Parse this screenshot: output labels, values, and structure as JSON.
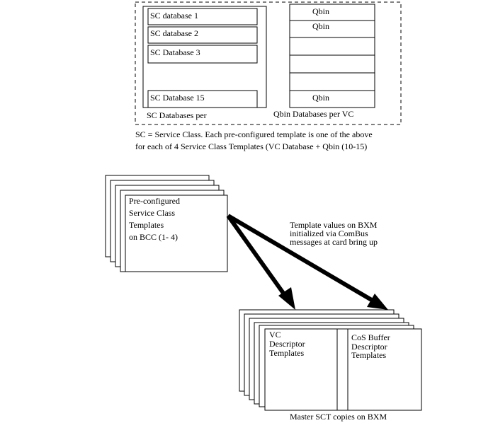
{
  "top_section": {
    "sc_databases": [
      {
        "label": "SC database 1"
      },
      {
        "label": "SC database 2"
      },
      {
        "label": "SC Database 3"
      },
      {
        "label": "SC Database 15"
      }
    ],
    "sc_caption": "SC Databases per",
    "qbin_rows": [
      {
        "label": "Qbin"
      },
      {
        "label": "Qbin"
      },
      {
        "label": ""
      },
      {
        "label": ""
      },
      {
        "label": ""
      },
      {
        "label": "Qbin"
      }
    ],
    "qbin_caption": "Qbin Databases per VC",
    "note_line1": "SC = Service Class. Each pre-configured template is one of the above",
    "note_line2": "for each of 4 Service Class Templates (VC Database + Qbin (10-15)"
  },
  "bcc_stack": {
    "lines": [
      "Pre-configured",
      "Service Class",
      "Templates",
      "on BCC (1- 4)"
    ]
  },
  "arrow_annotation": {
    "lines": [
      "Template values on BXM",
      "initialized via ComBus",
      "messages at card bring up"
    ]
  },
  "bxm_stack": {
    "vc_lines": [
      "VC",
      "Descriptor",
      "Templates"
    ],
    "cos_lines": [
      "CoS Buffer",
      "Descriptor",
      "Templates"
    ],
    "caption": "Master SCT copies on BXM"
  }
}
